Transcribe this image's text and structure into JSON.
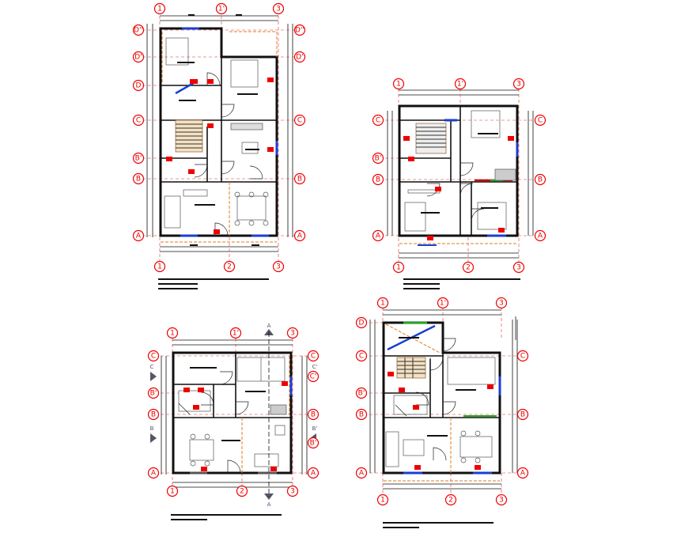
{
  "drawing": {
    "plans": [
      {
        "id": "plan-top-left",
        "col_axes": [
          "1",
          "1'",
          "3"
        ],
        "bottom_col_axes": [
          "1",
          "2",
          "3"
        ],
        "row_axes": [
          "D''",
          "D'",
          "D",
          "C",
          "B'",
          "B",
          "A"
        ],
        "right_row_axes": [
          "D''",
          "D'",
          "C",
          "B",
          "A"
        ]
      },
      {
        "id": "plan-top-right",
        "col_axes": [
          "1",
          "1'",
          "3"
        ],
        "bottom_col_axes": [
          "1",
          "2",
          "3"
        ],
        "row_axes": [
          "C",
          "B'",
          "B",
          "A"
        ],
        "right_row_axes": [
          "C",
          "B",
          "A"
        ]
      },
      {
        "id": "plan-bottom-left",
        "col_axes": [
          "1",
          "1'",
          "3"
        ],
        "bottom_col_axes": [
          "1",
          "2",
          "3"
        ],
        "row_axes": [
          "C",
          "B'",
          "B",
          "A"
        ],
        "right_row_axes": [
          "C",
          "C'",
          "B",
          "B'",
          "A"
        ],
        "section_marks": [
          "A",
          "A",
          "B",
          "B'",
          "C",
          "C'"
        ]
      },
      {
        "id": "plan-bottom-right",
        "col_axes": [
          "1",
          "1'",
          "3"
        ],
        "bottom_col_axes": [
          "1",
          "2",
          "3"
        ],
        "row_axes": [
          "D",
          "C",
          "B'",
          "B",
          "A"
        ],
        "right_row_axes": [
          "C",
          "B",
          "A"
        ]
      }
    ]
  }
}
